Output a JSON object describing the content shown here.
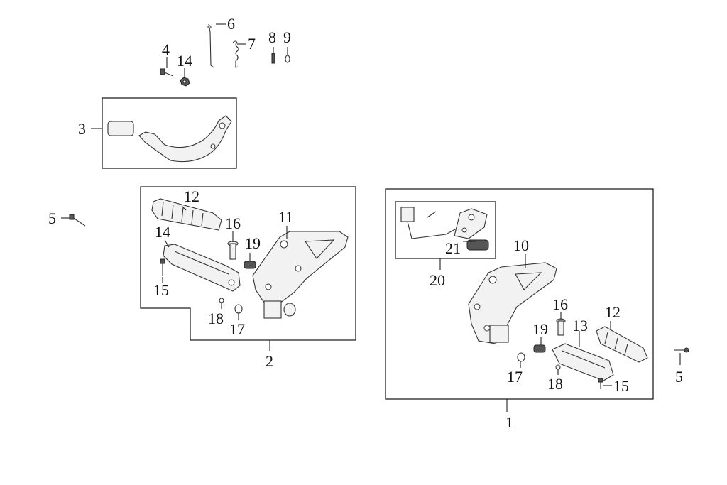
{
  "diagram": {
    "callouts": {
      "c1": "1",
      "c2": "2",
      "c3": "3",
      "c4": "4",
      "c5_left": "5",
      "c5_right": "5",
      "c6": "6",
      "c7": "7",
      "c8": "8",
      "c9": "9",
      "c10": "10",
      "c11": "11",
      "c12_left": "12",
      "c12_right": "12",
      "c13": "13",
      "c14_top": "14",
      "c14_left": "14",
      "c15_left": "15",
      "c15_right": "15",
      "c16_left": "16",
      "c16_right": "16",
      "c17_left": "17",
      "c17_right": "17",
      "c18_left": "18",
      "c18_right": "18",
      "c19_left": "19",
      "c19_right": "19",
      "c20": "20",
      "c21": "21"
    },
    "colors": {
      "line": "#222222",
      "fill": "#f2f2f2",
      "background": "#ffffff"
    }
  }
}
